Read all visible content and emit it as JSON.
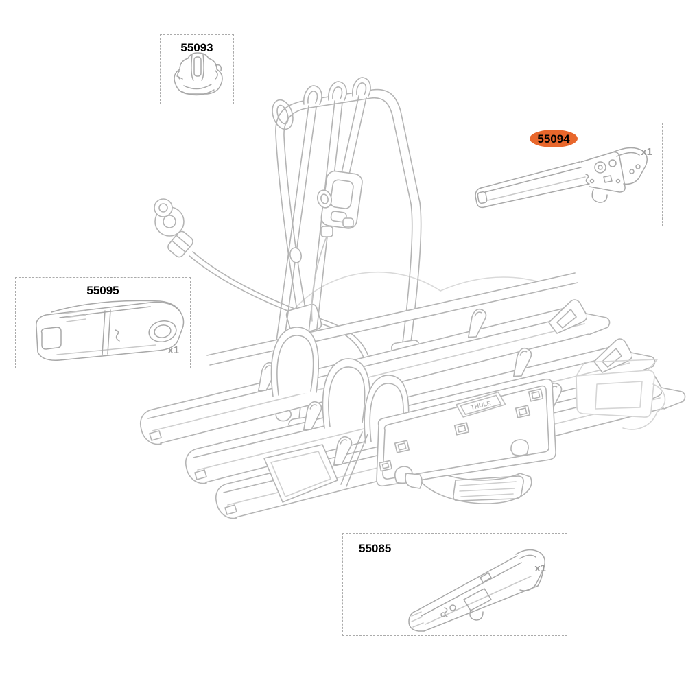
{
  "colors": {
    "highlight_ellipse": "#E8672C",
    "box_border": "#ABABAB",
    "drawing_line": "#B4B4B4",
    "drawing_line_faint": "#D6D6D6",
    "label_text": "#000000",
    "qty_text": "#9B9B9B"
  },
  "callouts": [
    {
      "part_number": "55093",
      "qty": "",
      "highlighted": false
    },
    {
      "part_number": "55094",
      "qty": "x1",
      "highlighted": true
    },
    {
      "part_number": "55095",
      "qty": "x1",
      "highlighted": false
    },
    {
      "part_number": "55085",
      "qty": "x1",
      "highlighted": false
    }
  ],
  "main_drawing": {
    "brand_badge": "THULE"
  }
}
